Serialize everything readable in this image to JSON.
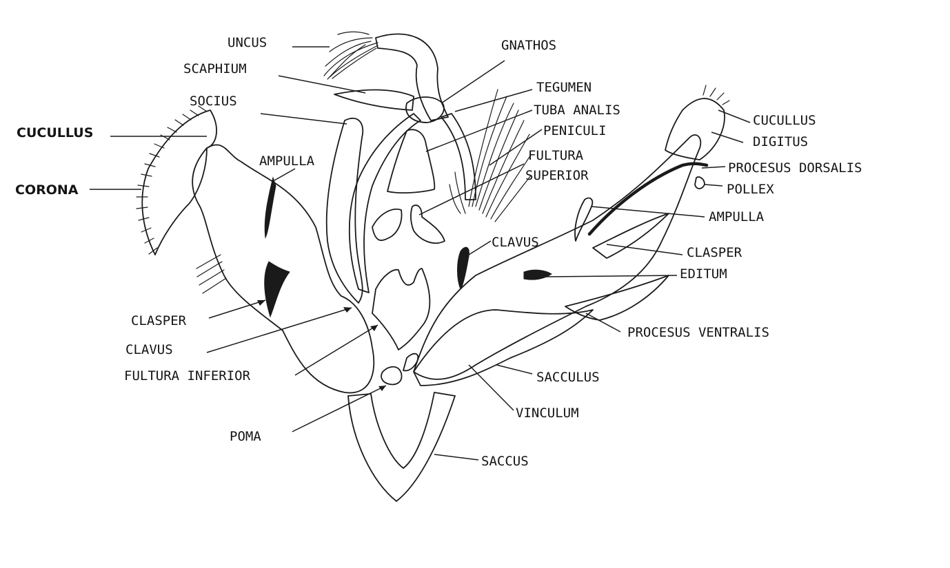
{
  "labels": {
    "uncus": "UNCUS",
    "scaphium": "SCAPHIUM",
    "socius": "SOCIUS",
    "cucullus_left": "CUCULLUS",
    "corona": "CORONA",
    "ampulla_left": "AMPULLA",
    "clasper_left": "CLASPER",
    "clavus_left": "CLAVUS",
    "fultura_inferior": "FULTURA INFERIOR",
    "poma": "POMA",
    "gnathos": "GNATHOS",
    "tegumen": "TEGUMEN",
    "tuba_analis": "TUBA ANALIS",
    "peniculi": "PENICULI",
    "fultura": "FULTURA",
    "superior": "SUPERIOR",
    "clavus_center": "CLAVUS",
    "cucullus_right": "CUCULLUS",
    "digitus": "DIGITUS",
    "procesus_dorsalis": "PROCESUS DORSALIS",
    "pollex": "POLLEX",
    "ampulla_right": "AMPULLA",
    "clasper_right": "CLASPER",
    "editum": "EDITUM",
    "procesus_ventralis": "PROCESUS VENTRALIS",
    "sacculus": "SACCULUS",
    "vinculum": "VINCULUM",
    "saccus": "SACCUS"
  }
}
